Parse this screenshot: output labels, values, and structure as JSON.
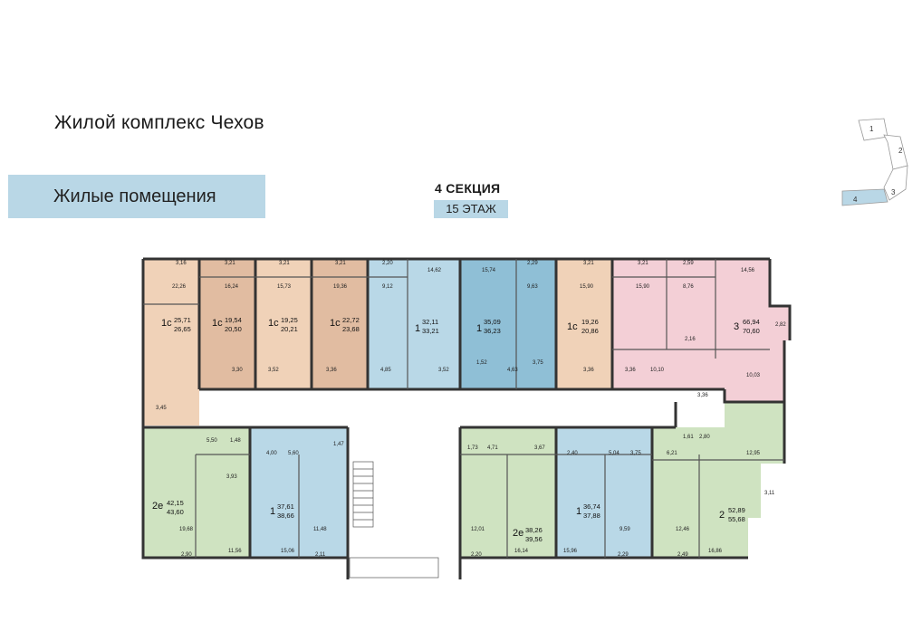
{
  "header": {
    "title": "Жилой комплекс Чехов",
    "banner": "Жилые помещения",
    "section": "4 СЕКЦИЯ",
    "floor": "15 ЭТАЖ"
  },
  "keymap": {
    "sections": [
      "1",
      "2",
      "3",
      "4"
    ],
    "active": "4"
  },
  "colors": {
    "studio": "#f0d2b8",
    "one_room": "#b9d8e7",
    "two_room": "#cfe3c1",
    "three_room": "#f3cfd6",
    "walls": "#333333"
  },
  "apartments": [
    {
      "id": "a1",
      "type": "1с",
      "area1": "25,71",
      "area2": "26,65",
      "rooms": [
        "3,16",
        "22,26",
        "3,45"
      ]
    },
    {
      "id": "a2",
      "type": "1с",
      "area1": "19,54",
      "area2": "20,50",
      "rooms": [
        "3,21",
        "16,24",
        "3,30"
      ]
    },
    {
      "id": "a3",
      "type": "1с",
      "area1": "19,25",
      "area2": "20,21",
      "rooms": [
        "3,21",
        "15,73",
        "3,52"
      ]
    },
    {
      "id": "a4",
      "type": "1с",
      "area1": "22,72",
      "area2": "23,68",
      "rooms": [
        "3,21",
        "19,36",
        "3,36"
      ]
    },
    {
      "id": "a5",
      "type": "1",
      "area1": "32,11",
      "area2": "33,21",
      "rooms": [
        "2,20",
        "9,12",
        "14,62",
        "4,85",
        "3,52"
      ]
    },
    {
      "id": "a6",
      "type": "1",
      "area1": "35,09",
      "area2": "36,23",
      "rooms": [
        "15,74",
        "2,29",
        "9,63",
        "1,52",
        "4,63",
        "3,75"
      ]
    },
    {
      "id": "a7",
      "type": "1с",
      "area1": "19,26",
      "area2": "20,86",
      "rooms": [
        "3,21",
        "15,90",
        "3,36"
      ]
    },
    {
      "id": "a8",
      "type": "3",
      "area1": "66,94",
      "area2": "70,60",
      "rooms": [
        "3,21",
        "15,90",
        "3,36",
        "2,59",
        "8,76",
        "2,16",
        "10,10",
        "14,56",
        "2,82",
        "10,03",
        "3,36"
      ]
    },
    {
      "id": "a9",
      "type": "2е",
      "area1": "42,15",
      "area2": "43,60",
      "rooms": [
        "5,50",
        "1,48",
        "3,93",
        "19,68",
        "11,56",
        "2,90"
      ]
    },
    {
      "id": "a10",
      "type": "1",
      "area1": "37,61",
      "area2": "38,66",
      "rooms": [
        "4,00",
        "5,60",
        "1,47",
        "11,48",
        "15,06",
        "2,11"
      ]
    },
    {
      "id": "a11",
      "type": "2е",
      "area1": "38,26",
      "area2": "39,56",
      "rooms": [
        "1,73",
        "4,71",
        "3,67",
        "12,01",
        "16,14",
        "2,20"
      ]
    },
    {
      "id": "a12",
      "type": "1",
      "area1": "36,74",
      "area2": "37,88",
      "rooms": [
        "2,40",
        "5,04",
        "3,75",
        "9,59",
        "15,96",
        "2,29"
      ]
    },
    {
      "id": "a13",
      "type": "2",
      "area1": "52,89",
      "area2": "55,68",
      "rooms": [
        "6,21",
        "1,61",
        "2,80",
        "12,95",
        "3,11",
        "12,46",
        "16,86",
        "2,49"
      ]
    }
  ]
}
